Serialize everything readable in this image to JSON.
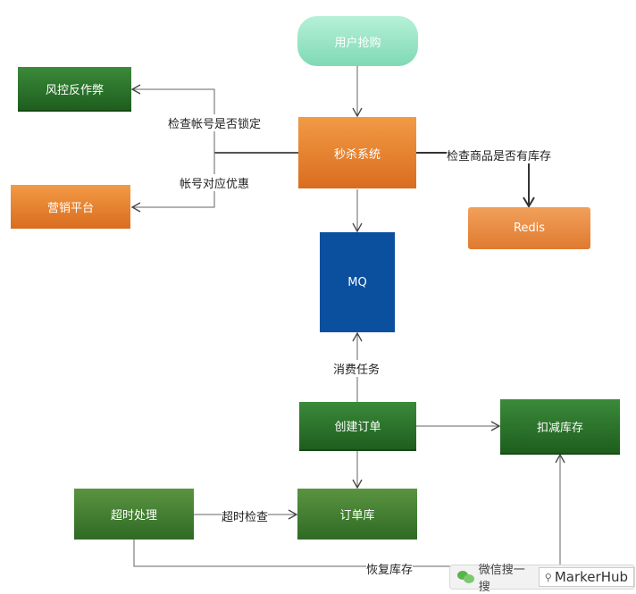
{
  "nodes": {
    "user_buy": "用户抢购",
    "risk_control": "风控反作弊",
    "marketing": "营销平台",
    "seckill": "秒杀系统",
    "redis": "Redis",
    "mq": "MQ",
    "create_order": "创建订单",
    "deduct_stock": "扣减库存",
    "timeout_handle": "超时处理",
    "order_db": "订单库"
  },
  "edge_labels": {
    "check_locked": "检查帐号是否锁定",
    "account_discount": "帐号对应优惠",
    "check_stock": "检查商品是否有库存",
    "consume_task": "消费任务",
    "timeout_check": "超时检查",
    "restore_stock": "恢复库存"
  },
  "watermark": {
    "text": "微信搜一搜",
    "brand": "MarkerHub"
  }
}
